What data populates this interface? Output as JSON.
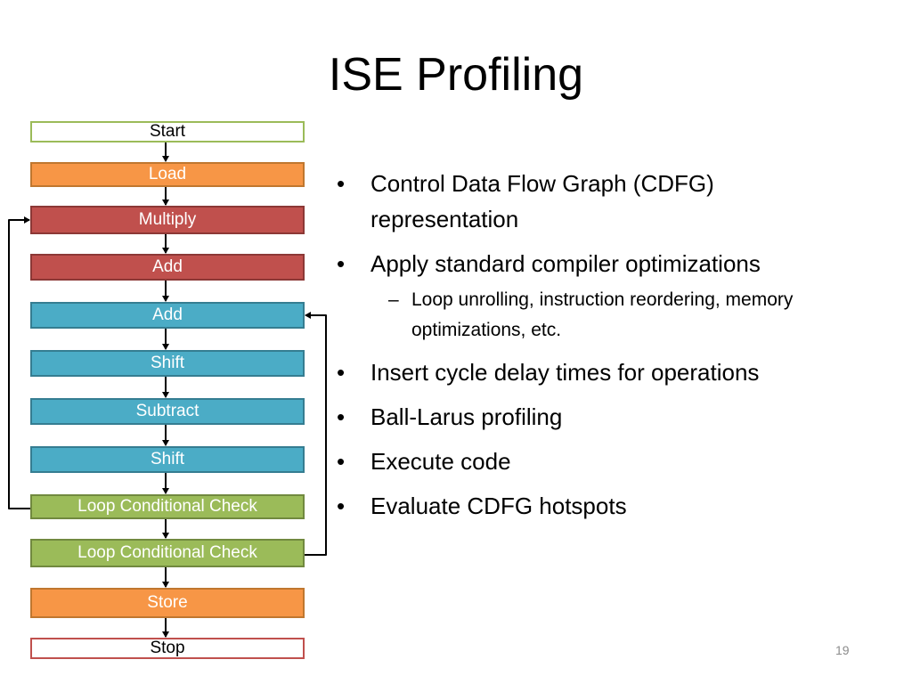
{
  "slide": {
    "title": "ISE Profiling",
    "page_number": "19"
  },
  "flow": {
    "nodes": [
      {
        "label": "Start",
        "fill": "#ffffff",
        "border": "#9bbb59",
        "text": "light"
      },
      {
        "label": "Load",
        "fill": "#f79646",
        "border": "#c0772f",
        "text": "dark"
      },
      {
        "label": "Multiply",
        "fill": "#c0504d",
        "border": "#8c3836",
        "text": "dark"
      },
      {
        "label": "Add",
        "fill": "#c0504d",
        "border": "#8c3836",
        "text": "dark"
      },
      {
        "label": "Add",
        "fill": "#4bacc6",
        "border": "#357d91",
        "text": "dark"
      },
      {
        "label": "Shift",
        "fill": "#4bacc6",
        "border": "#357d91",
        "text": "dark"
      },
      {
        "label": "Subtract",
        "fill": "#4bacc6",
        "border": "#357d91",
        "text": "dark"
      },
      {
        "label": "Shift",
        "fill": "#4bacc6",
        "border": "#357d91",
        "text": "dark"
      },
      {
        "label": "Loop Conditional Check",
        "fill": "#9bbb59",
        "border": "#71893f",
        "text": "dark"
      },
      {
        "label": "Loop Conditional Check",
        "fill": "#9bbb59",
        "border": "#71893f",
        "text": "dark"
      },
      {
        "label": "Store",
        "fill": "#f79646",
        "border": "#c0772f",
        "text": "dark"
      },
      {
        "label": "Stop",
        "fill": "#ffffff",
        "border": "#c0504d",
        "text": "light"
      }
    ],
    "loop_back_edges": [
      {
        "from": 8,
        "to": 2,
        "side": "left"
      },
      {
        "from": 9,
        "to": 4,
        "side": "right"
      }
    ]
  },
  "bullets": [
    {
      "level": 1,
      "text": "Control Data Flow Graph (CDFG) representation"
    },
    {
      "level": 1,
      "text": "Apply standard compiler optimizations"
    },
    {
      "level": 2,
      "text": "Loop unrolling, instruction reordering, memory optimizations, etc."
    },
    {
      "level": 1,
      "text": "Insert cycle delay times for operations"
    },
    {
      "level": 1,
      "text": "Ball-Larus profiling"
    },
    {
      "level": 1,
      "text": "Execute code"
    },
    {
      "level": 1,
      "text": "Evaluate CDFG hotspots"
    }
  ]
}
